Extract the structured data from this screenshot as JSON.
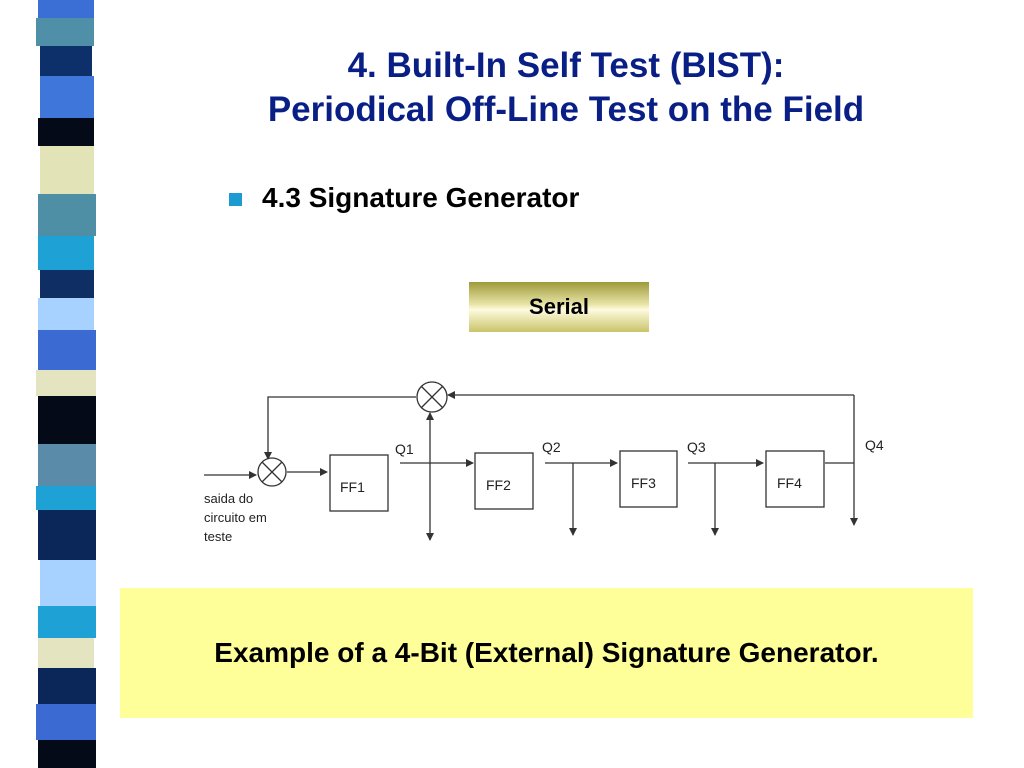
{
  "slide": {
    "title_line1": "4. Built-In Self Test (BIST):",
    "title_line2": "Periodical Off-Line Test on the Field",
    "bullet": "4.3 Signature Generator",
    "badge": "Serial",
    "caption": "Example of a 4-Bit (External) Signature Generator."
  },
  "diagram": {
    "flip_flops": [
      "FF1",
      "FF2",
      "FF3",
      "FF4"
    ],
    "outputs": [
      "Q1",
      "Q2",
      "Q3",
      "Q4"
    ],
    "input_label_lines": [
      "saida do",
      "circuito em",
      "teste"
    ]
  },
  "colors": {
    "title": "#0a1f86",
    "bullet": "#1b9bd1",
    "caption_bg": "#ffff99"
  }
}
